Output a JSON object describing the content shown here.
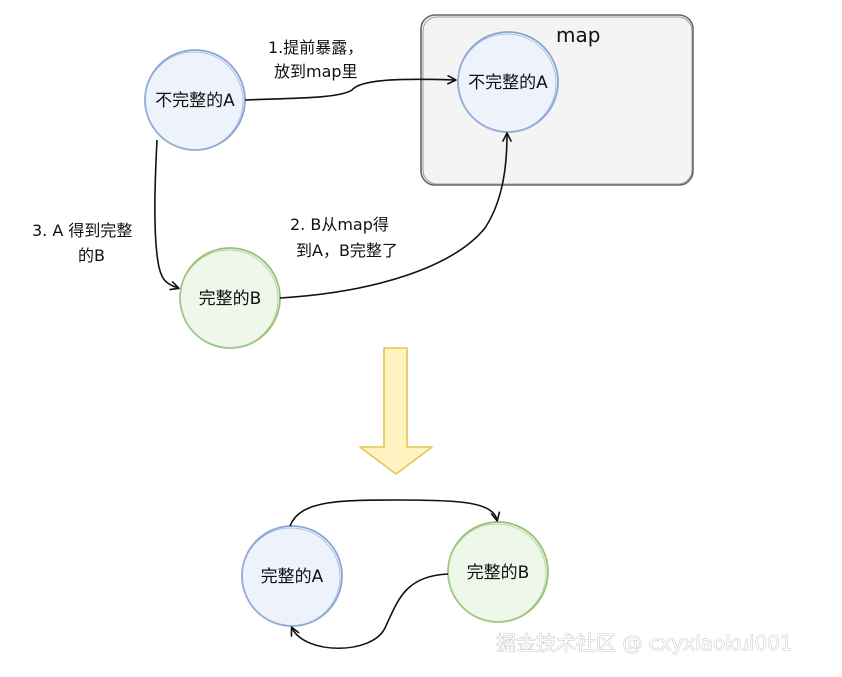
{
  "map_container": {
    "title": "map",
    "node_label": "不完整的A"
  },
  "top_diagram": {
    "node_a_label": "不完整的A",
    "node_b_label": "完整的B",
    "edges": {
      "expose": {
        "line1": "1.提前暴露，",
        "line2": "放到map里"
      },
      "b_from_map": {
        "line1": "2. B从map得",
        "line2": "到A，B完整了"
      },
      "a_gets_b": {
        "line1": "3. A 得到完整",
        "line2": "的B"
      }
    }
  },
  "bottom_diagram": {
    "node_a_label": "完整的A",
    "node_b_label": "完整的B"
  },
  "watermark": "掘金技术社区 @ cxyxiaokui001",
  "colors": {
    "node_blue_fill": "#eef3fb",
    "node_blue_stroke": "#8aa6d3",
    "node_green_fill": "#eff6ea",
    "node_green_stroke": "#95c27a",
    "map_fill": "#f4f4f4",
    "map_stroke": "#666666",
    "arrow_fill": "#fff3c2",
    "arrow_stroke": "#e5c54e",
    "edge": "#111111"
  }
}
